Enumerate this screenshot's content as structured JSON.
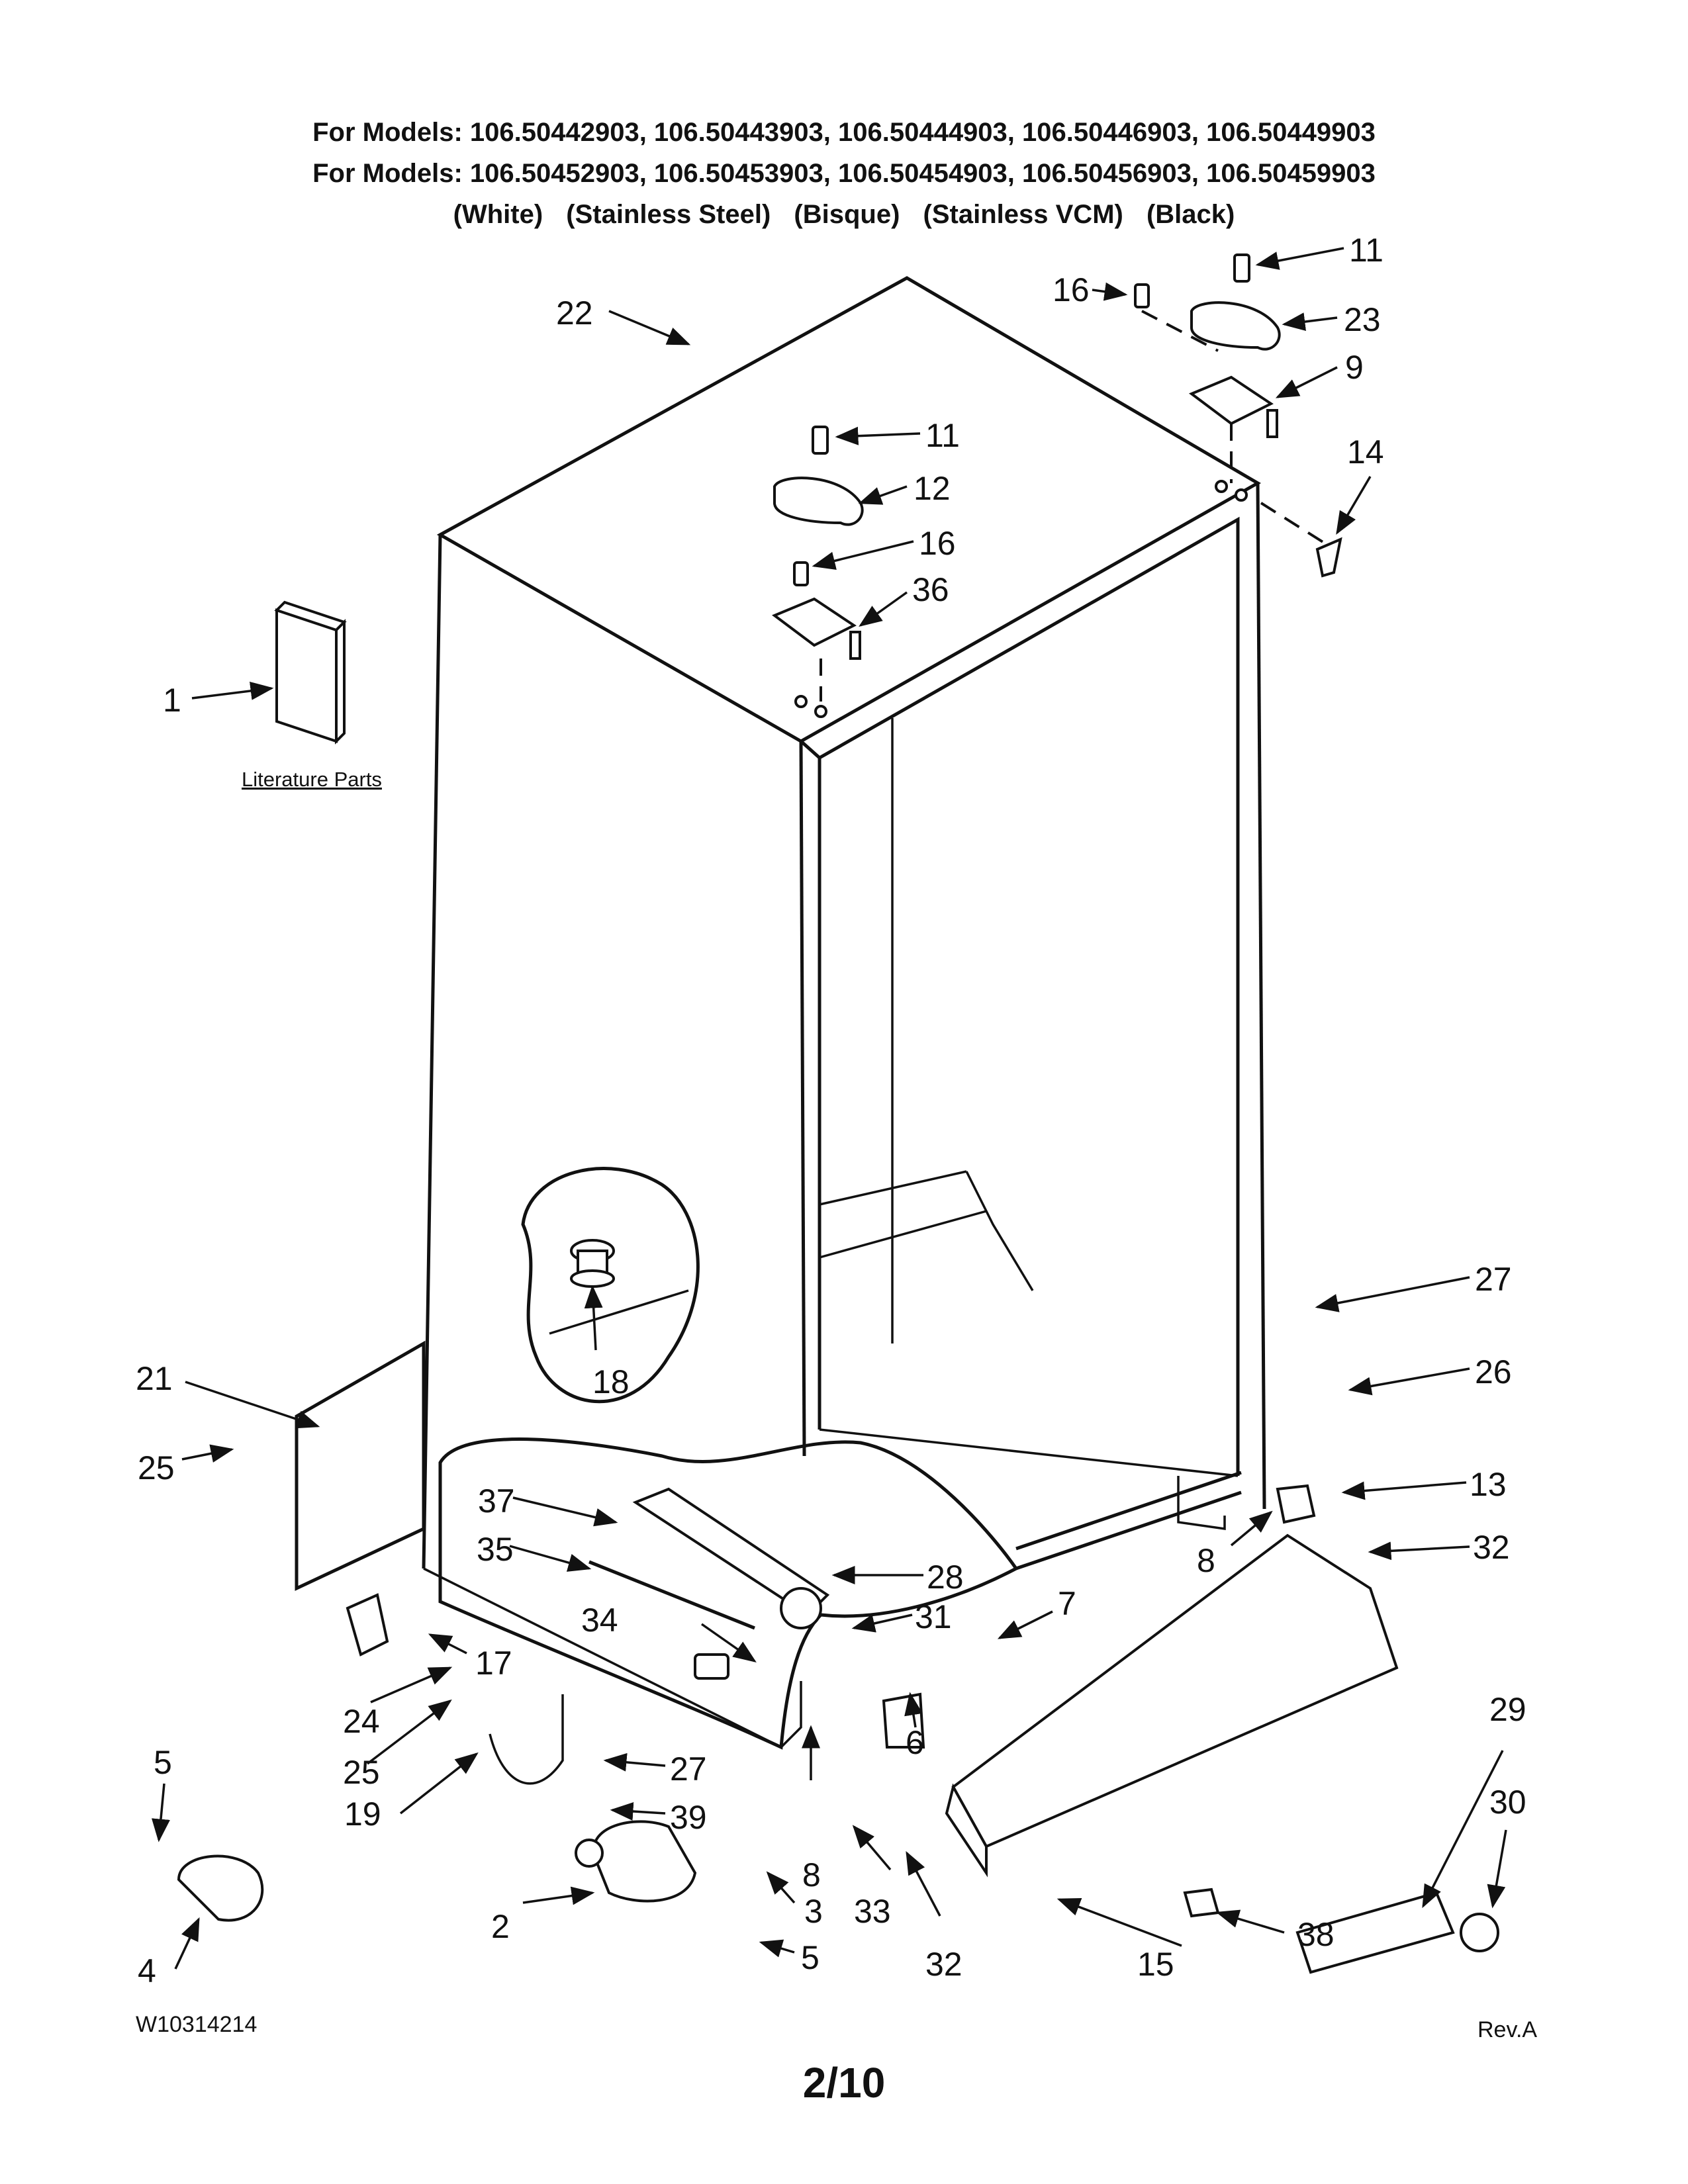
{
  "header": {
    "line1": "For Models: 106.50442903, 106.50443903, 106.50444903, 106.50446903, 106.50449903",
    "line2": "For Models: 106.50452903, 106.50453903, 106.50454903, 106.50456903, 106.50459903",
    "colors": [
      "(White)",
      "(Stainless Steel)",
      "(Bisque)",
      "(Stainless VCM)",
      "(Black)"
    ]
  },
  "literature_label": "Literature Parts",
  "callouts": [
    "1",
    "2",
    "3",
    "4",
    "5",
    "5",
    "6",
    "7",
    "8",
    "8",
    "9",
    "11",
    "11",
    "12",
    "13",
    "14",
    "15",
    "16",
    "16",
    "17",
    "18",
    "19",
    "21",
    "22",
    "23",
    "24",
    "25",
    "25",
    "26",
    "27",
    "27",
    "28",
    "29",
    "30",
    "31",
    "32",
    "32",
    "33",
    "34",
    "35",
    "36",
    "37",
    "38",
    "39"
  ],
  "footer": {
    "doc_number": "W10314214",
    "revision": "Rev.A",
    "page": "2/10"
  }
}
